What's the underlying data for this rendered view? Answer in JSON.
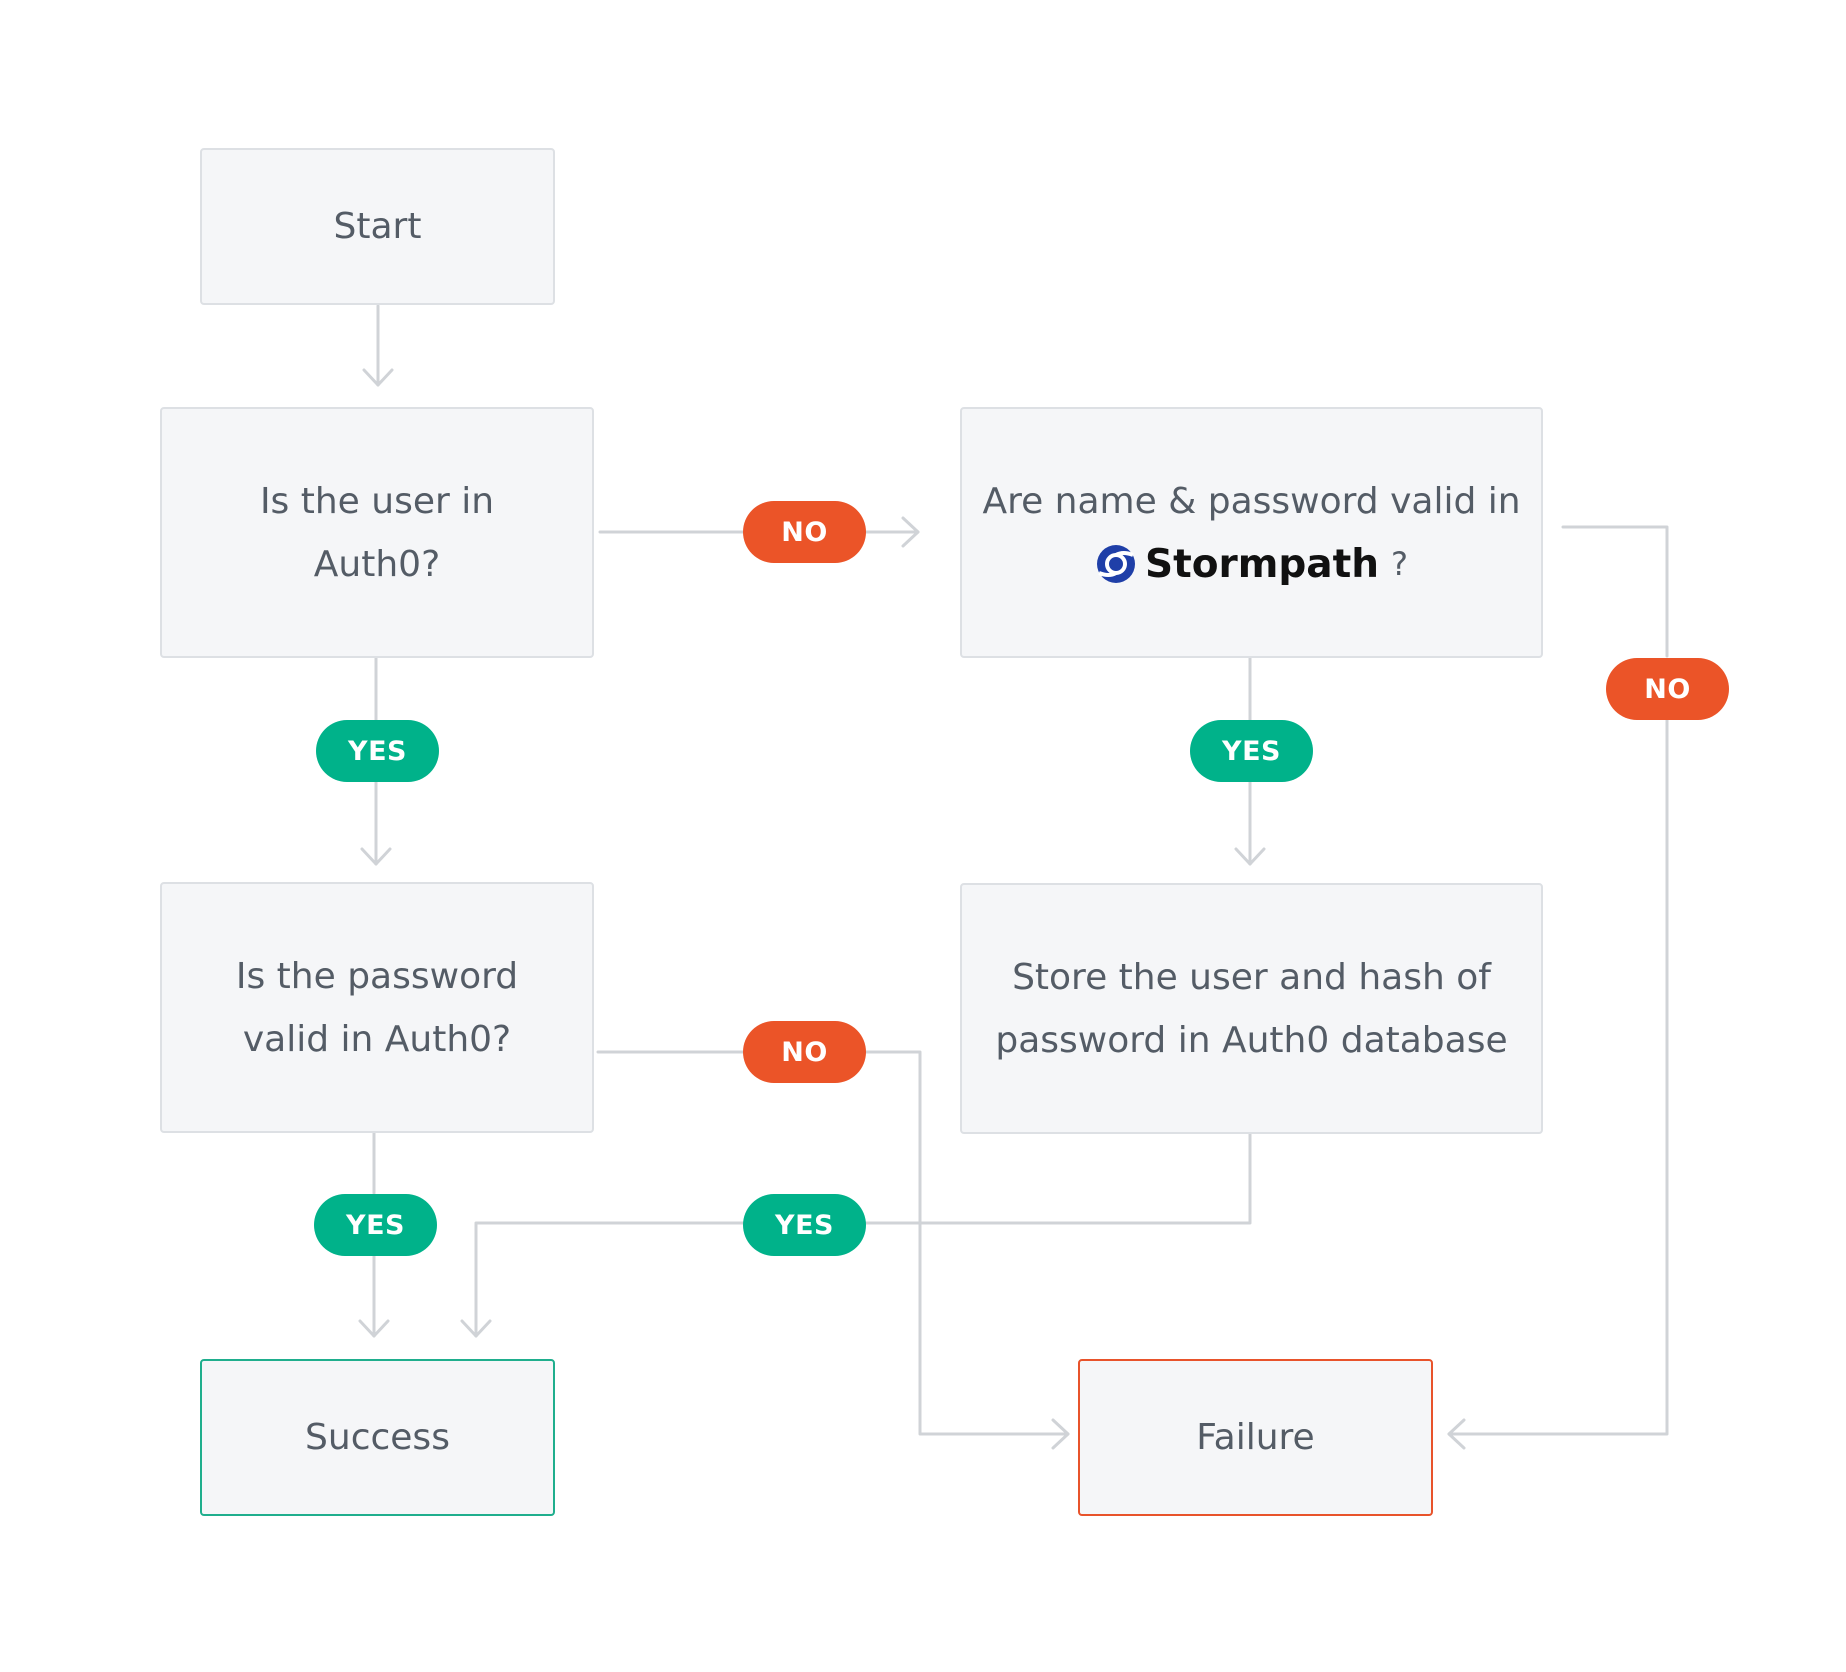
{
  "diagram": {
    "start": "Start",
    "user_in_auth0": [
      "Is the user in",
      "Auth0?"
    ],
    "stormpath_check": {
      "line1": "Are name & password valid in",
      "brand": "Stormpath",
      "suffix": "?"
    },
    "password_valid_auth0": [
      "Is the password",
      "valid in Auth0?"
    ],
    "store_user": [
      "Store the user and hash of",
      "password in Auth0 database"
    ],
    "success": "Success",
    "failure": "Failure",
    "labels": {
      "yes": "YES",
      "no": "NO"
    }
  },
  "colors": {
    "box_fill": "#f5f6f8",
    "box_border": "#dde0e4",
    "connector": "#d0d3d7",
    "yes": "#00b28a",
    "no": "#eb5428",
    "success_border": "#1fae8d",
    "failure_border": "#e8532b",
    "stormpath_logo": "#1f3fa8"
  }
}
